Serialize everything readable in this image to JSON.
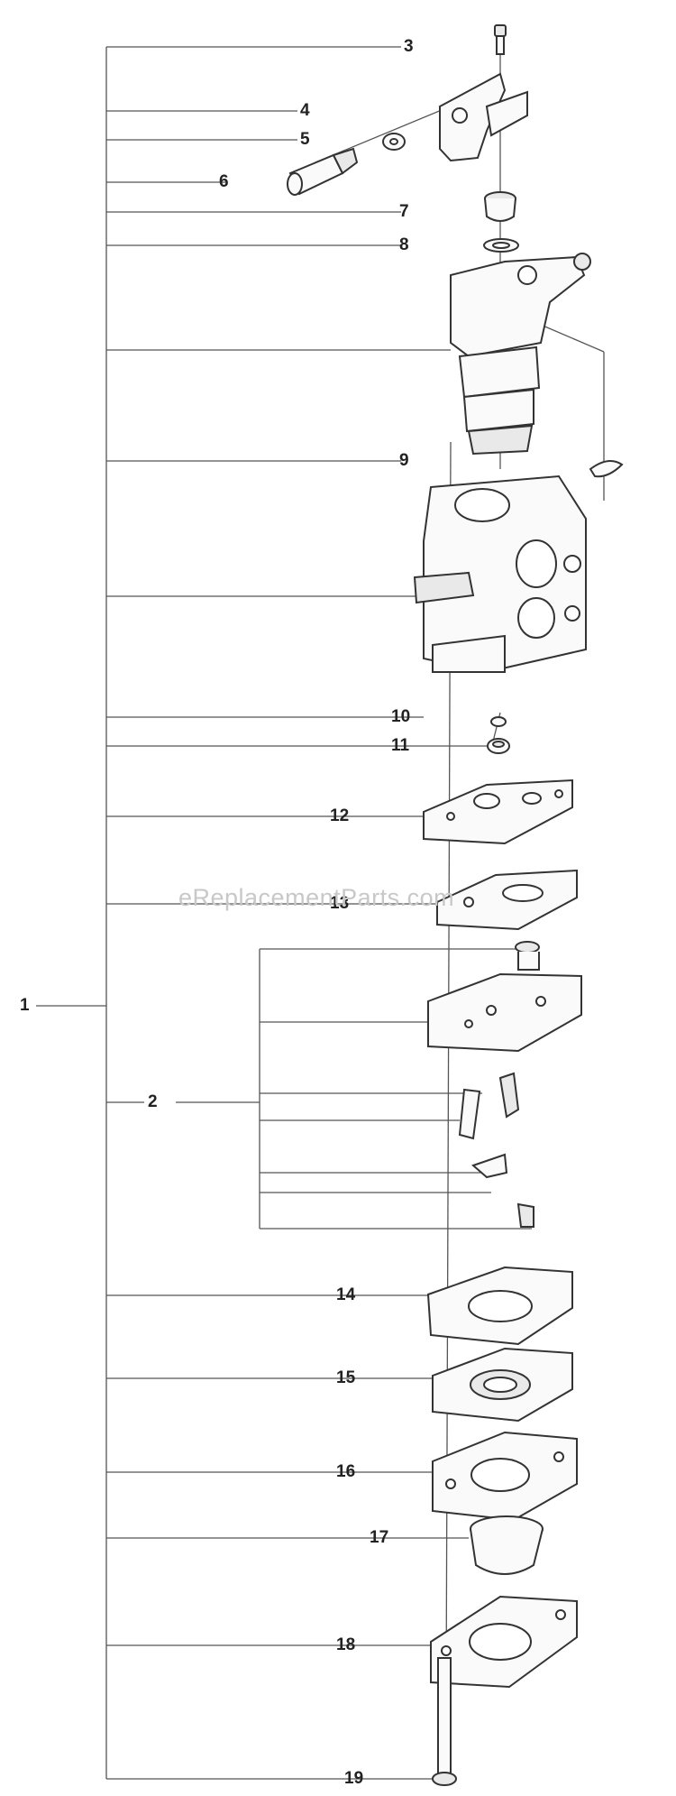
{
  "callouts": {
    "c1": "1",
    "c2": "2",
    "c3": "3",
    "c4": "4",
    "c5": "5",
    "c6": "6",
    "c7": "7",
    "c8": "8",
    "c9": "9",
    "c10": "10",
    "c11": "11",
    "c12": "12",
    "c13": "13",
    "c14": "14",
    "c15": "15",
    "c16": "16",
    "c17": "17",
    "c18": "18",
    "c19": "19"
  },
  "watermark": "eReplacementParts.com",
  "colors": {
    "line": "#555555",
    "part_stroke": "#333333",
    "text": "#222222",
    "watermark": "#c8c8c8"
  }
}
